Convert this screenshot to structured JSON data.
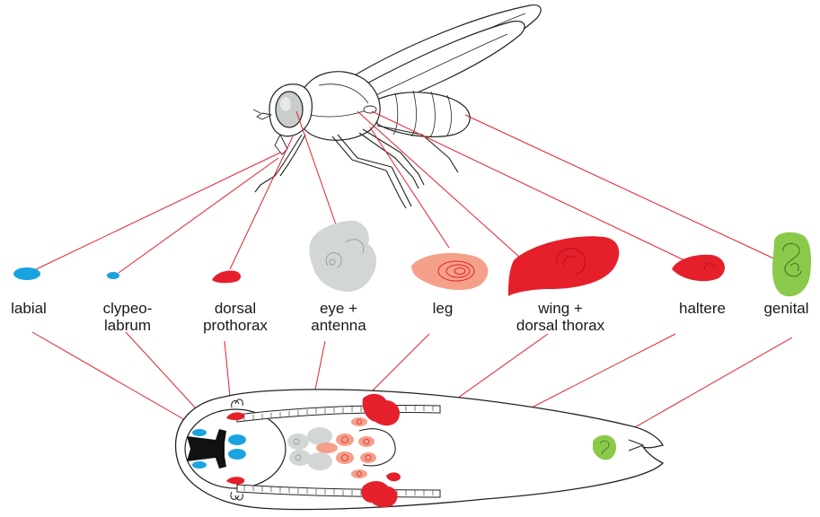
{
  "colors": {
    "red": "#e5202b",
    "blue": "#1aa3e0",
    "gray": "#d2d6d4",
    "salmon": "#f4a08a",
    "green": "#8bc94a",
    "line": "#e5202b",
    "outline": "#222222"
  },
  "icons": [
    "fly-illustration",
    "larva-illustration",
    "imaginal-disc-shapes"
  ],
  "labels": {
    "labial": "labial",
    "clypeo_1": "clypeo-",
    "clypeo_2": "labrum",
    "dorsal_1": "dorsal",
    "dorsal_2": "prothorax",
    "eye_1": "eye +",
    "eye_2": "antenna",
    "leg": "leg",
    "wing_1": "wing +",
    "wing_2": "dorsal thorax",
    "haltere": "haltere",
    "genital": "genital"
  }
}
